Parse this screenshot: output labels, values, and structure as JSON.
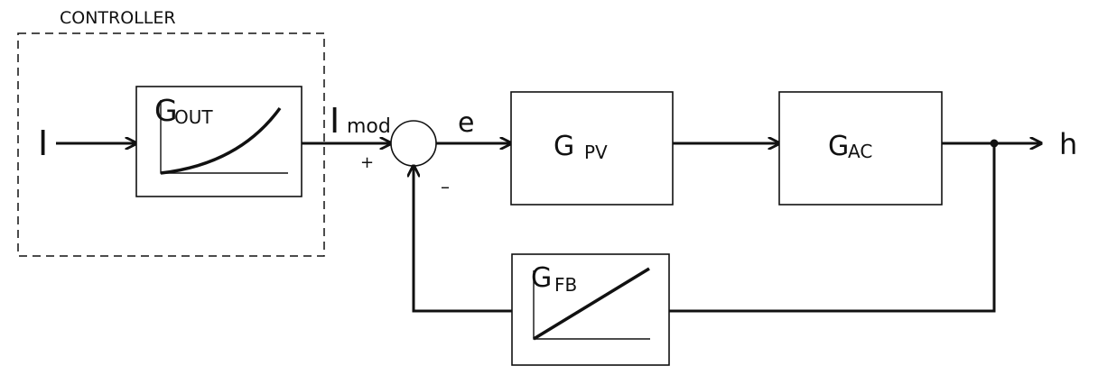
{
  "controller": {
    "label": "CONTROLLER"
  },
  "signals": {
    "input": "I",
    "modulated": {
      "main": "I",
      "sub": "mod"
    },
    "error": "e",
    "output": "h",
    "plus": "+",
    "minus": "–"
  },
  "blocks": {
    "out": {
      "main": "G",
      "sub": "OUT"
    },
    "pv": {
      "main": "G",
      "sub": "PV"
    },
    "ac": {
      "main": "G",
      "sub": "AC"
    },
    "fb": {
      "main": "G",
      "sub": "FB"
    }
  }
}
